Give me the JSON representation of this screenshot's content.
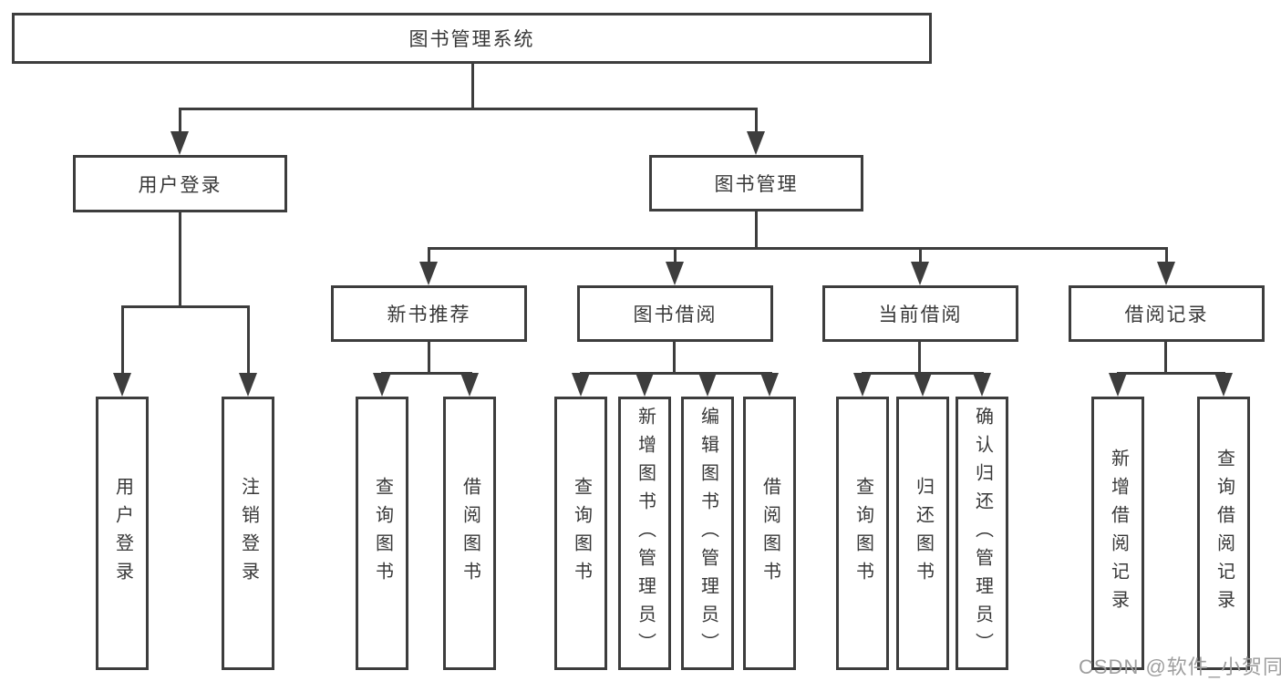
{
  "diagram_type": "hierarchy-tree",
  "tree": {
    "label": "图书管理系统",
    "children": [
      {
        "label": "用户登录",
        "children": [
          {
            "label": "用户登录"
          },
          {
            "label": "注销登录"
          }
        ]
      },
      {
        "label": "图书管理",
        "children": [
          {
            "label": "新书推荐",
            "children": [
              {
                "label": "查询图书"
              },
              {
                "label": "借阅图书"
              }
            ]
          },
          {
            "label": "图书借阅",
            "children": [
              {
                "label": "查询图书"
              },
              {
                "label": "新增图书（管理员）"
              },
              {
                "label": "编辑图书（管理员）"
              },
              {
                "label": "借阅图书"
              }
            ]
          },
          {
            "label": "当前借阅",
            "children": [
              {
                "label": "查询图书"
              },
              {
                "label": "归还图书"
              },
              {
                "label": "确认归还（管理员）"
              }
            ]
          },
          {
            "label": "借阅记录",
            "children": [
              {
                "label": "新增借阅记录"
              },
              {
                "label": "查询借阅记录"
              }
            ]
          }
        ]
      }
    ]
  },
  "watermark": {
    "text": "CSDN @软件_小贺同学"
  },
  "colors": {
    "line": "#3d3d3d",
    "box_border": "#3d3d3d",
    "box_fill": "#ffffff",
    "text": "#383838",
    "watermark": "#9e9e9e",
    "background": "#ffffff"
  }
}
